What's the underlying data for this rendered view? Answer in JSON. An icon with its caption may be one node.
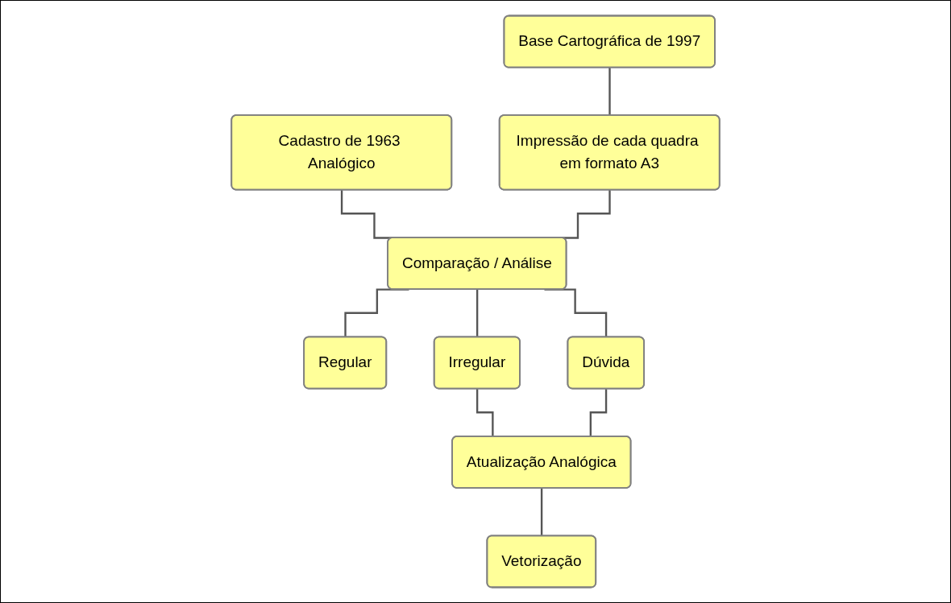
{
  "diagram": {
    "nodes": [
      {
        "text": [
          "Cadastro de 1963 Analógico"
        ]
      },
      {
        "text": [
          "Base Cartográfica de 1997"
        ]
      },
      {
        "text": [
          "Impressão de cada quadra em formato A3"
        ]
      },
      {
        "text": [
          "Comparação / Análise"
        ]
      },
      {
        "text": [
          "Regular"
        ]
      },
      {
        "text": [
          "Irregular"
        ]
      },
      {
        "text": [
          "Dúvida"
        ]
      },
      {
        "text": [
          "Atualização Analógica"
        ]
      },
      {
        "text": [
          "Vetorização"
        ]
      }
    ],
    "edges": [
      {
        "from": 1,
        "to": 2,
        "arrow": "none"
      },
      {
        "from": 0,
        "to": 3,
        "arrow": "none"
      },
      {
        "from": 2,
        "to": 3,
        "arrow": "none"
      },
      {
        "from": 3,
        "to": 4,
        "arrow": "none"
      },
      {
        "from": 3,
        "to": 5,
        "arrow": "none"
      },
      {
        "from": 3,
        "to": 6,
        "arrow": "none"
      },
      {
        "from": 5,
        "to": 7,
        "arrow": "none"
      },
      {
        "from": 6,
        "to": 7,
        "arrow": "none"
      },
      {
        "from": 7,
        "to": 8,
        "arrow": "none"
      }
    ]
  }
}
